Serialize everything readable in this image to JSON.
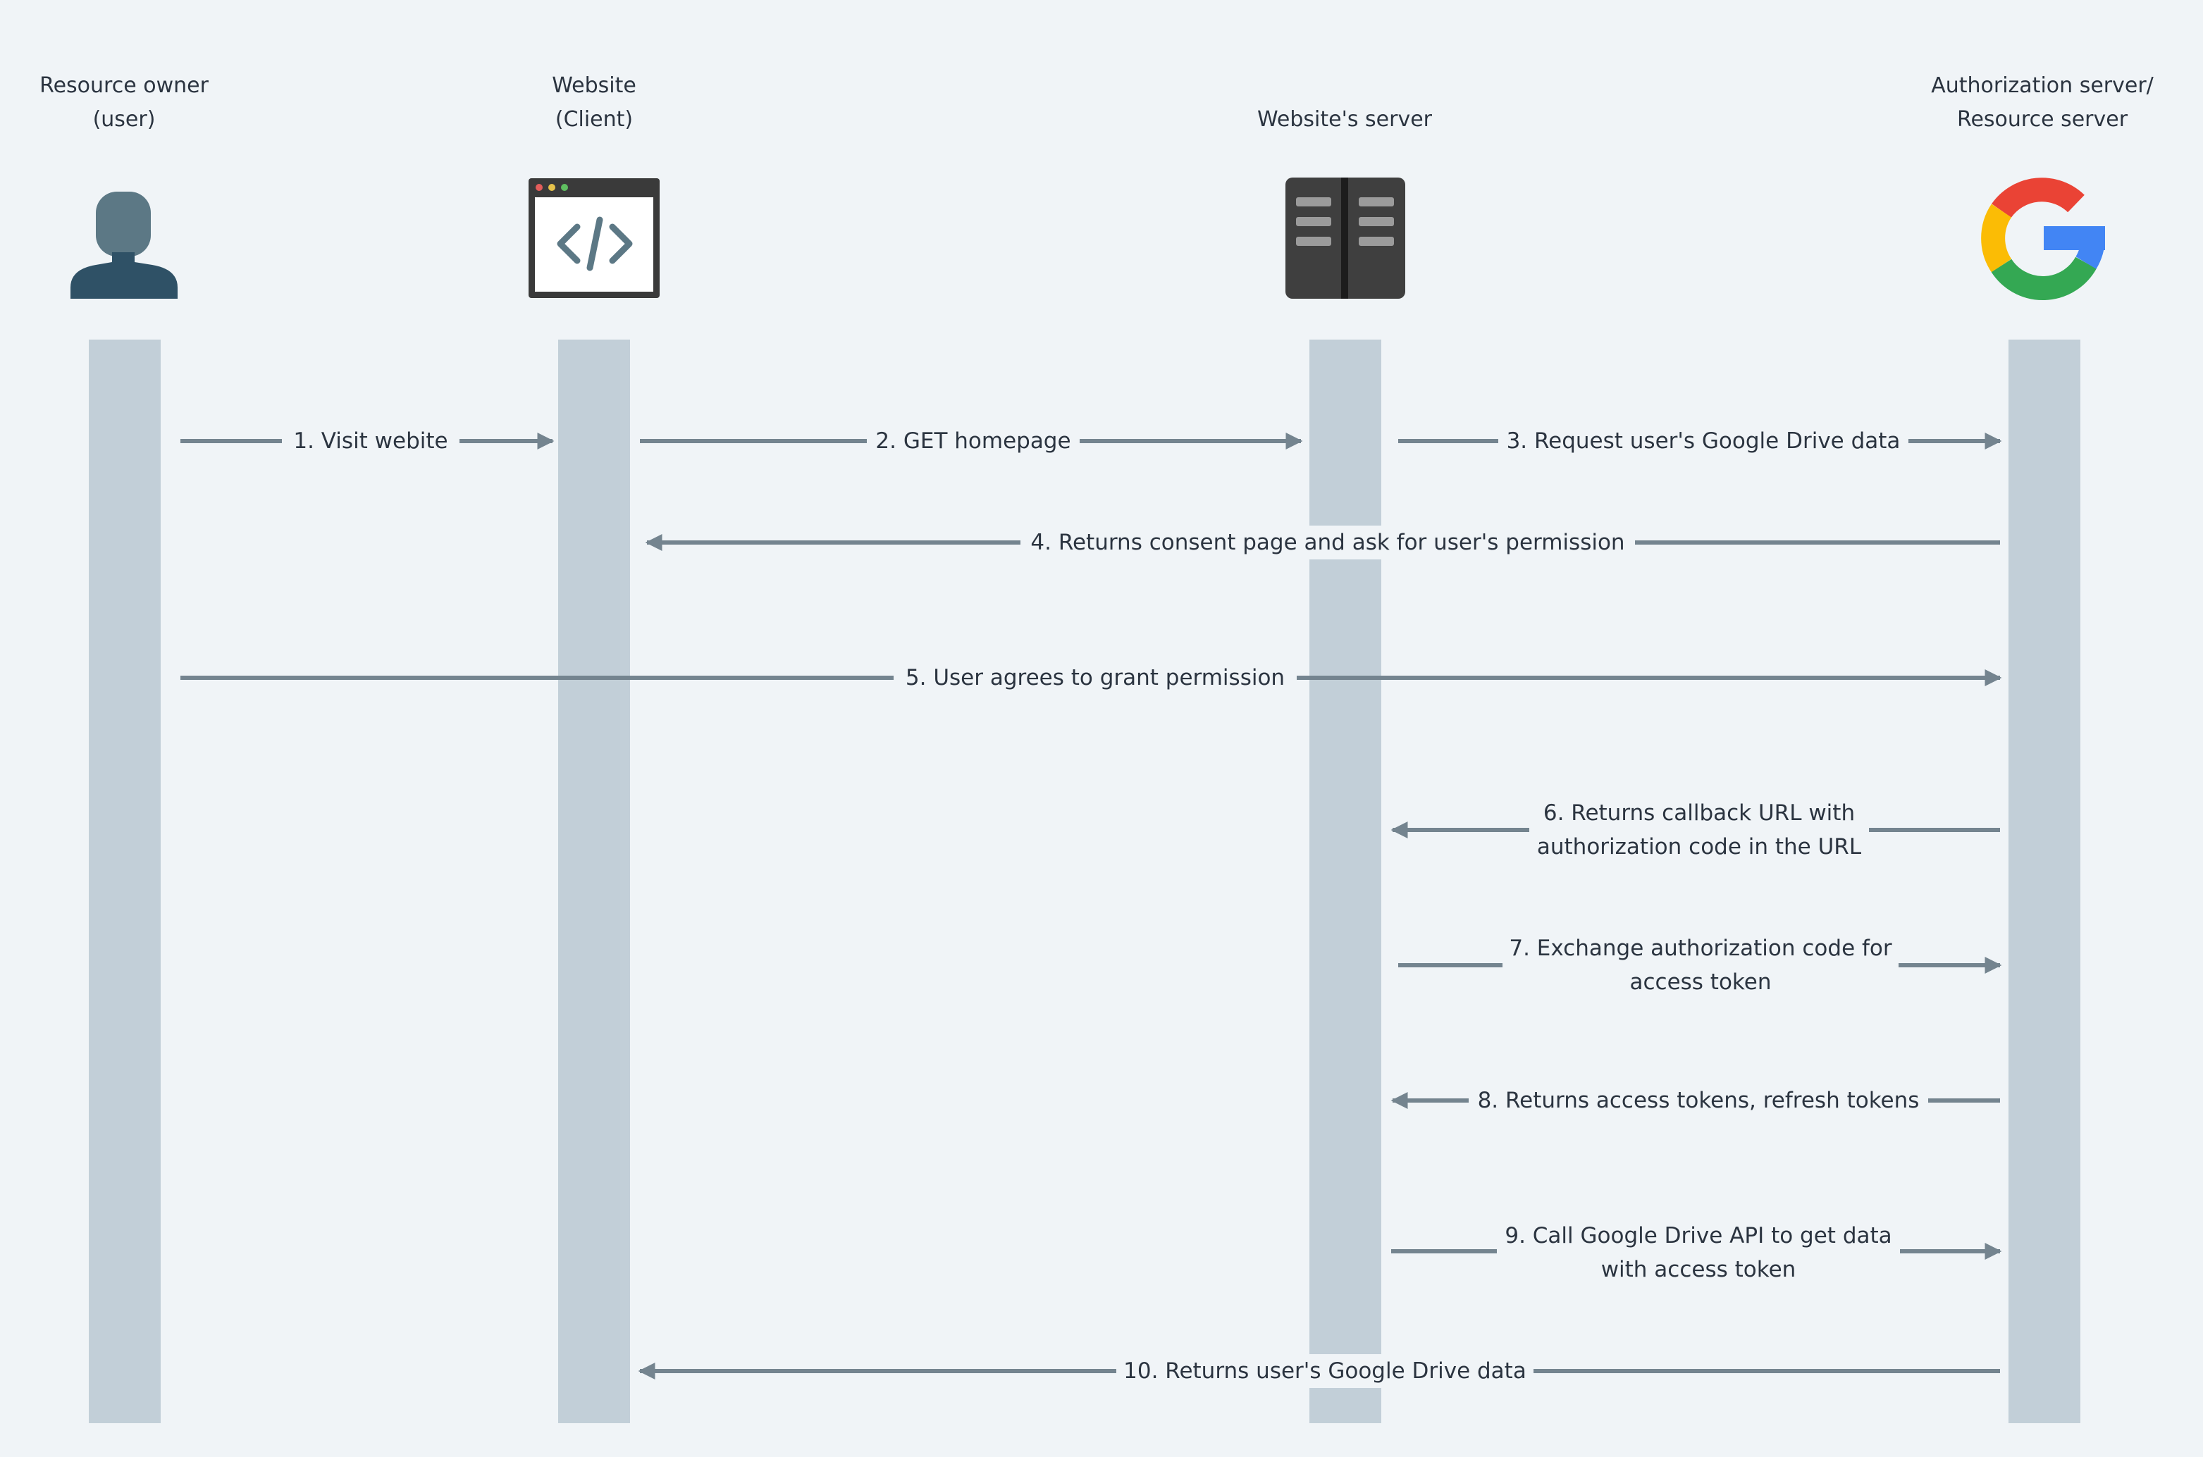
{
  "actors": [
    {
      "label": "Resource owner\n(user)",
      "icon": "user-icon"
    },
    {
      "label": "Website\n(Client)",
      "icon": "code-window-icon"
    },
    {
      "label": "Website's server",
      "icon": "server-icon"
    },
    {
      "label": "Authorization server/\nResource server",
      "icon": "google-logo-icon"
    }
  ],
  "messages": [
    {
      "text": "1. Visit webite",
      "from": 0,
      "to": 1
    },
    {
      "text": "2. GET homepage",
      "from": 1,
      "to": 2
    },
    {
      "text": "3. Request user's Google Drive data",
      "from": 2,
      "to": 3
    },
    {
      "text": "4. Returns consent page and ask for user's permission",
      "from": 3,
      "to": 1
    },
    {
      "text": "5. User agrees to grant permission",
      "from": 0,
      "to": 3
    },
    {
      "text": "6. Returns callback URL with\nauthorization code in the URL",
      "from": 3,
      "to": 2
    },
    {
      "text": "7. Exchange authorization code for\naccess token",
      "from": 2,
      "to": 3
    },
    {
      "text": "8. Returns access tokens, refresh tokens",
      "from": 3,
      "to": 2
    },
    {
      "text": "9. Call Google Drive API to get data\nwith access token",
      "from": 2,
      "to": 3
    },
    {
      "text": "10. Returns user's Google Drive data",
      "from": 3,
      "to": 1
    }
  ],
  "colors": {
    "background": "#f0f4f7",
    "lifeline": "#c2cfd8",
    "arrow": "#74848f",
    "text": "#2b3440",
    "user": "#5c7885",
    "user_body": "#2f5166",
    "device": "#3a3a3a",
    "google_red": "#ea4335",
    "google_yellow": "#fbbc05",
    "google_green": "#34a853",
    "google_blue": "#4285f4"
  }
}
